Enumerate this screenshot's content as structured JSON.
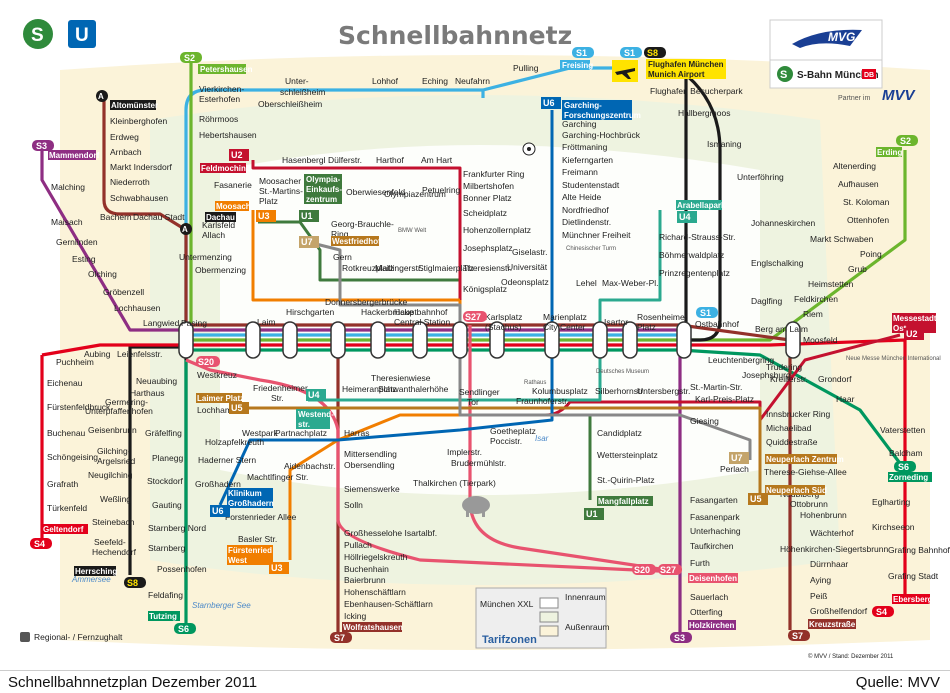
{
  "title": "Schnellbahnnetz",
  "footer": {
    "left": "Schnellbahnnetzplan Dezember 2011",
    "right": "Quelle: MVV"
  },
  "credit": "© MVV / Stand: Dezember 2011",
  "legend_regional": "Regional- / Fernzughalt",
  "zones": {
    "heading": "Tarifzonen",
    "city": "München XXL",
    "inner": "Innenraum",
    "outer": "Außenraum"
  },
  "brands": {
    "mvg": "MVG",
    "sbahn": "S-Bahn München",
    "db": "DB",
    "partner": "Partner im",
    "mvv": "MVV",
    "s_logo": "S",
    "u_logo": "U"
  },
  "colors": {
    "S1": "#3cb1e3",
    "S2": "#6cb52d",
    "S3": "#8e2e83",
    "S4": "#e3001b",
    "S6": "#00975f",
    "S7": "#93312a",
    "S8": "#1a1a1a",
    "S20": "#e8536f",
    "S27": "#e8536f",
    "U1": "#3f7a3d",
    "U2": "#c4112f",
    "U3": "#f17e00",
    "U4": "#2ba98f",
    "U5": "#b6781e",
    "U6": "#0066b3"
  },
  "line_badges": [
    {
      "id": "S2",
      "label": "S2"
    },
    {
      "id": "S1",
      "label": "S1"
    },
    {
      "id": "S8",
      "label": "S8"
    },
    {
      "id": "S3",
      "label": "S3"
    },
    {
      "id": "U6",
      "label": "U6"
    },
    {
      "id": "U2",
      "label": "U2"
    },
    {
      "id": "U3",
      "label": "U3"
    },
    {
      "id": "U1",
      "label": "U1"
    },
    {
      "id": "U7",
      "label": "U7"
    },
    {
      "id": "U4",
      "label": "U4"
    },
    {
      "id": "S7",
      "label": "S7"
    },
    {
      "id": "S20",
      "label": "S20"
    },
    {
      "id": "S27",
      "label": "S27"
    },
    {
      "id": "S4",
      "label": "S4"
    },
    {
      "id": "S6",
      "label": "S6"
    },
    {
      "id": "U5",
      "label": "U5"
    }
  ],
  "terminus_labels": [
    {
      "text": "Petershausen",
      "color": "#6cb52d"
    },
    {
      "text": "Freising",
      "color": "#3cb1e3"
    },
    {
      "text": "Flughafen München",
      "color": "#ffe300"
    },
    {
      "text": "Munich Airport",
      "color": "#ffe300"
    },
    {
      "text": "Altomünster",
      "color": "#1a1a1a"
    },
    {
      "text": "Mammendorf",
      "color": "#8e2e83"
    },
    {
      "text": "Garching-",
      "color": "#0066b3"
    },
    {
      "text": "Forschungszentrum",
      "color": "#0066b3"
    },
    {
      "text": "Feldmoching",
      "color": "#c4112f"
    },
    {
      "text": "Olympia-",
      "color": "#3f7a3d"
    },
    {
      "text": "Einkaufs-",
      "color": "#3f7a3d"
    },
    {
      "text": "zentrum",
      "color": "#3f7a3d"
    },
    {
      "text": "Moosach",
      "color": "#f17e00"
    },
    {
      "text": "Dachau",
      "color": "#1a1a1a"
    },
    {
      "text": "Westfriedhof",
      "color": "#b6781e"
    },
    {
      "text": "Arabellapark",
      "color": "#2ba98f"
    },
    {
      "text": "Erding",
      "color": "#6cb52d"
    },
    {
      "text": "Messestadt",
      "color": "#c4112f"
    },
    {
      "text": "Ost",
      "color": "#c4112f"
    },
    {
      "text": "Laimer Platz",
      "color": "#b6781e"
    },
    {
      "text": "Westend-",
      "color": "#2ba98f"
    },
    {
      "text": "str.",
      "color": "#2ba98f"
    },
    {
      "text": "Klinikum",
      "color": "#0066b3"
    },
    {
      "text": "Großhadern",
      "color": "#0066b3"
    },
    {
      "text": "Fürstenried",
      "color": "#f17e00"
    },
    {
      "text": "West",
      "color": "#f17e00"
    },
    {
      "text": "Mangfallplatz",
      "color": "#3f7a3d"
    },
    {
      "text": "Neuperlach Zentrum",
      "color": "#b6781e"
    },
    {
      "text": "Neuperlach Süd",
      "color": "#b6781e"
    },
    {
      "text": "Zorneding",
      "color": "#00975f"
    },
    {
      "text": "Geltendorf",
      "color": "#e3001b"
    },
    {
      "text": "Herrsching",
      "color": "#1a1a1a"
    },
    {
      "text": "Tutzing",
      "color": "#00975f"
    },
    {
      "text": "Wolfratshausen",
      "color": "#93312a"
    },
    {
      "text": "Deisenhofen",
      "color": "#e8536f"
    },
    {
      "text": "Holzkirchen",
      "color": "#8e2e83"
    },
    {
      "text": "Kreuzstraße",
      "color": "#93312a"
    },
    {
      "text": "Ebersberg",
      "color": "#e3001b"
    }
  ],
  "stations": [
    "Unter-",
    "schleißheim",
    "Lohhof",
    "Eching",
    "Neufahrn",
    "Pulling",
    "Flughafen Besucherpark",
    "Vierkirchen-",
    "Esterhofen",
    "Röhrmoos",
    "Hebertshausen",
    "Oberschleißheim",
    "Hallbergmoos",
    "Kleinberghofen",
    "Erdweg",
    "Arnbach",
    "Markt Indersdorf",
    "Niederroth",
    "Schwabhausen",
    "Bachern",
    "Dachau Stadt",
    "Garching",
    "Garching-Hochbrück",
    "Fröttmaning",
    "Kieferngarten",
    "Freimann",
    "Studentenstadt",
    "Alte Heide",
    "Nordfriedhof",
    "Dietlindenstr.",
    "Münchner Freiheit",
    "Giselastr.",
    "Universität",
    "Odeonsplatz",
    "Ismaning",
    "Unterföhring",
    "Johanneskirchen",
    "Englschalking",
    "Daglfing",
    "Malching",
    "Maisach",
    "Gernlinden",
    "Esting",
    "Olching",
    "Gröbenzell",
    "Lochhausen",
    "Langwied",
    "Pasing",
    "Laim",
    "Hirschgarten",
    "Donnersbergerbrücke",
    "Hackerbrücke",
    "Hauptbahnhof",
    "Central Station",
    "Karlsplatz",
    "(Stachus)",
    "Marienplatz",
    "City Center",
    "Isartor",
    "Rosenheimer",
    "Platz",
    "Ostbahnhof",
    "Berg am Laim",
    "Leuchtenbergring",
    "Hasenbergl",
    "Dülferstr.",
    "Harthof",
    "Am Hart",
    "Frankfurter Ring",
    "Milbertshofen",
    "Bonner Platz",
    "Scheidplatz",
    "Hohenzollernplatz",
    "Josephsplatz",
    "Theresienstr.",
    "Königsplatz",
    "Fasanerie",
    "Moosacher",
    "St.-Martins-",
    "Platz",
    "Oberwiesenfeld",
    "Olympiazentrum",
    "Petuelring",
    "Georg-Brauchle-",
    "Ring",
    "Karlsfeld",
    "Allach",
    "Untermenzing",
    "Obermenzing",
    "Gern",
    "Rotkreuzplatz",
    "Maillingerstr.",
    "Stiglmaierplatz",
    "Richard-Strauss-Str.",
    "Böhmerwaldplatz",
    "Prinzregentenplatz",
    "Lehel",
    "Max-Weber-Pl.",
    "Altenerding",
    "Aufhausen",
    "St. Koloman",
    "Ottenhofen",
    "Markt Schwaben",
    "Poing",
    "Grub",
    "Heimstetten",
    "Feldkirchen",
    "Riem",
    "Moosfeld",
    "Trudering",
    "Kreillerstr.",
    "Josephsburg",
    "Grondorf",
    "Haar",
    "Vaterstetten",
    "Baldham",
    "Eglharting",
    "Kirchseeon",
    "Grafing Bahnhof",
    "Grafing Stadt",
    "Puchheim",
    "Aubing",
    "Leienfelsstr.",
    "Eichenau",
    "Fürstenfeldbruck",
    "Buchenau",
    "Schöngeising",
    "Grafrath",
    "Türkenfeld",
    "Westkreuz",
    "Neuaubing",
    "Harthaus",
    "Germering-",
    "Unterpfaffenhofen",
    "Geisenbrunn",
    "Gilching-",
    "Argelsried",
    "Neugilching",
    "Weßling",
    "Steinebach",
    "Seefeld-",
    "Hechendorf",
    "Lochham",
    "Gräfelfing",
    "Planegg",
    "Stockdorf",
    "Gauting",
    "Starnberg Nord",
    "Starnberg",
    "Possenhofen",
    "Feldafing",
    "Friedenheimer",
    "Str.",
    "Heimeranplatz",
    "Schwanthalerhöhe",
    "Theresienwiese",
    "Sendlinger",
    "Tor",
    "Fraunhoferstr.",
    "Kolumbusplatz",
    "Silberhornstr.",
    "Untersbergstr.",
    "Goetheplatz",
    "Poccistr.",
    "Implerstr.",
    "Brudermühlstr.",
    "Harras",
    "Mittersendling",
    "Siemenswerke",
    "Solln",
    "Thalkirchen (Tierpark)",
    "Westpark",
    "Partnachplatz",
    "Holzapfelkreuth",
    "Haderner Stern",
    "Großhadern",
    "Aidenbachstr.",
    "Machtlfinger Str.",
    "Forstenrieder Allee",
    "Basler Str.",
    "Obersendling",
    "Candidplatz",
    "Wettersteinplatz",
    "St.-Quirin-Platz",
    "St.-Martin-Str.",
    "Karl-Preis-Platz",
    "Giesing",
    "Innsbrucker Ring",
    "Michaelibad",
    "Quiddestraße",
    "Perlach",
    "Therese-Giehse-Allee",
    "Neubiberg",
    "Ottobrunn",
    "Hohenbrunn",
    "Wächterhof",
    "Höhenkirchen-Siegertsbrunn",
    "Dürrnhaar",
    "Aying",
    "Peiß",
    "Großhelfendorf",
    "Fasangarten",
    "Fasanenpark",
    "Unterhaching",
    "Taufkirchen",
    "Furth",
    "Sauerlach",
    "Otterfing",
    "Großhesselohe Isartalbf.",
    "Pullach",
    "Höllriegelskreuth",
    "Buchenhain",
    "Baierbrunn",
    "Hohenschäftlarn",
    "Ebenhausen-Schäftlarn",
    "Icking"
  ],
  "landmarks": [
    "BMW Welt",
    "Chinesischer Turm",
    "Deutsches Museum",
    "Rathaus",
    "Neue Messe München International",
    "Ammersee",
    "Starnberger See",
    "Isar"
  ]
}
